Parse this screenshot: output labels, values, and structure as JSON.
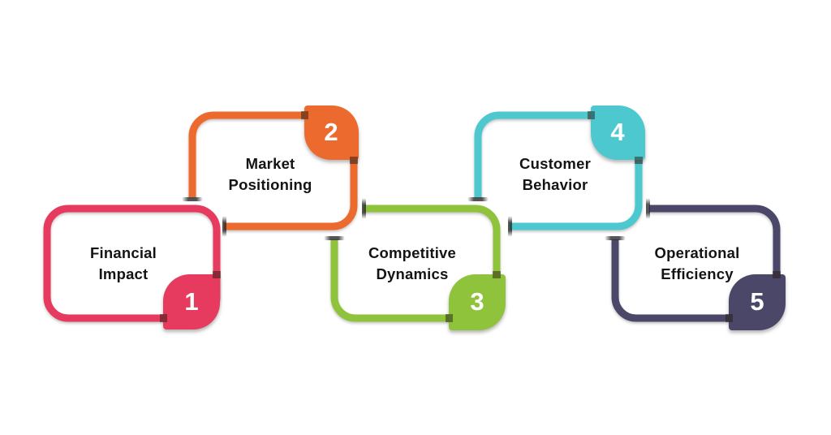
{
  "background": "#FFFFFF",
  "boxes": [
    {
      "number": "1",
      "label": "Financial Impact",
      "label_lines": [
        "Financial",
        "Impact"
      ],
      "color": "#E63A5E"
    },
    {
      "number": "2",
      "label": "Market Positioning",
      "label_lines": [
        "Market",
        "Positioning"
      ],
      "color": "#ED6A2F"
    },
    {
      "number": "3",
      "label": "Competitive Dynamics",
      "label_lines": [
        "Competitive",
        "Dynamics"
      ],
      "color": "#90C33C"
    },
    {
      "number": "4",
      "label": "Customer Behavior",
      "label_lines": [
        "Customer",
        "Behavior"
      ],
      "color": "#4DC8CF"
    },
    {
      "number": "5",
      "label": "Operational Efficiency",
      "label_lines": [
        "Operational",
        "Efficiency"
      ],
      "color": "#4B4769"
    }
  ]
}
